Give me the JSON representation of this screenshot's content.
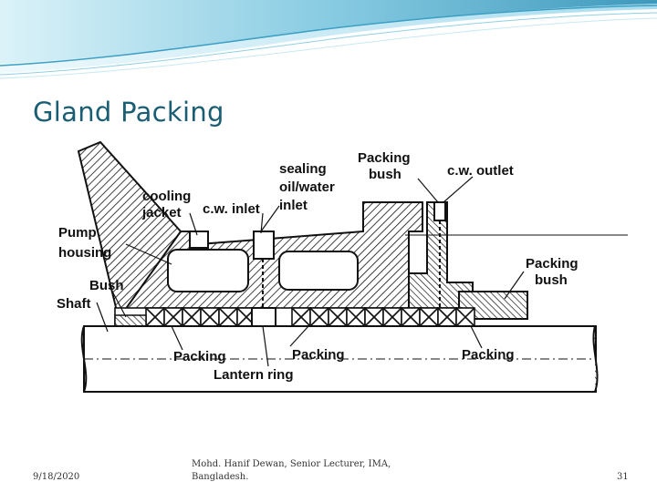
{
  "slide": {
    "title": "Gland Packing",
    "date": "9/18/2020",
    "author_line1": "Mohd. Hanif Dewan, Senior Lecturer, IMA,",
    "author_line2": "Bangladesh.",
    "page_number": "31"
  },
  "diagram": {
    "labels": {
      "sealing": "sealing",
      "oil_water": "oil/water",
      "inlet": "inlet",
      "packing_bush_top_1": "Packing",
      "packing_bush_top_2": "bush",
      "cw_outlet": "c.w. outlet",
      "cooling": "cooling",
      "jacket": "jacket",
      "cw_inlet": "c.w. inlet",
      "pump_1": "Pump",
      "pump_2": "housing",
      "bush": "Bush",
      "shaft": "Shaft",
      "packing_bush_right_1": "Packing",
      "packing_bush_right_2": "bush",
      "packing_left": "Packing",
      "packing_middle": "Packing",
      "packing_right": "Packing",
      "lantern_ring": "Lantern ring"
    }
  },
  "colors": {
    "title": "#1a5e74",
    "swoosh_dark": "#2d93b8",
    "swoosh_light": "#bfe6f3",
    "ink": "#111111"
  }
}
